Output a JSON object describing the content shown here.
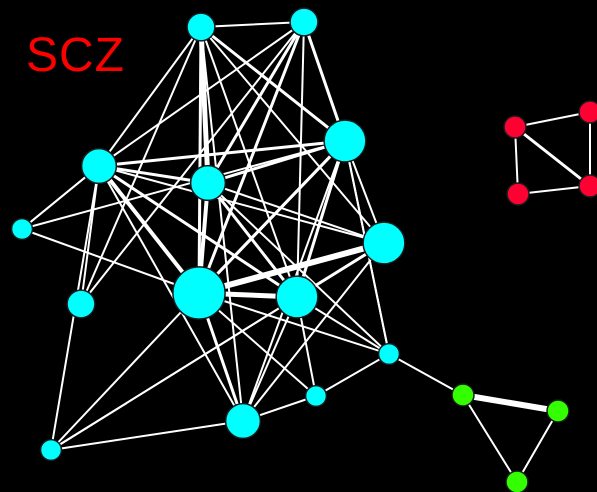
{
  "figure": {
    "label": "SCZ",
    "label_color": "#ff0000",
    "background": "#000000",
    "edge_color": "#ffffff",
    "node_stroke": "#1a1a1a"
  },
  "network": {
    "clusters": [
      {
        "id": "cyan",
        "color": "#00ffff"
      },
      {
        "id": "red",
        "color": "#ff0033"
      },
      {
        "id": "green",
        "color": "#33ff00"
      }
    ],
    "nodes": [
      {
        "id": "c1",
        "cluster": "cyan",
        "weight": 1
      },
      {
        "id": "c2",
        "cluster": "cyan",
        "weight": 1
      },
      {
        "id": "c3",
        "cluster": "cyan",
        "weight": 2
      },
      {
        "id": "c4",
        "cluster": "cyan",
        "weight": 2
      },
      {
        "id": "c5",
        "cluster": "cyan",
        "weight": 3
      },
      {
        "id": "c6",
        "cluster": "cyan",
        "weight": 0
      },
      {
        "id": "c7",
        "cluster": "cyan",
        "weight": 3
      },
      {
        "id": "c8",
        "cluster": "cyan",
        "weight": 1
      },
      {
        "id": "c9",
        "cluster": "cyan",
        "weight": 4
      },
      {
        "id": "c10",
        "cluster": "cyan",
        "weight": 3
      },
      {
        "id": "c11",
        "cluster": "cyan",
        "weight": 0
      },
      {
        "id": "c12",
        "cluster": "cyan",
        "weight": 0
      },
      {
        "id": "c13",
        "cluster": "cyan",
        "weight": 2
      },
      {
        "id": "c14",
        "cluster": "cyan",
        "weight": 0
      },
      {
        "id": "r1",
        "cluster": "red",
        "weight": 0
      },
      {
        "id": "r2",
        "cluster": "red",
        "weight": 0
      },
      {
        "id": "r3",
        "cluster": "red",
        "weight": 0
      },
      {
        "id": "r4",
        "cluster": "red",
        "weight": 0
      },
      {
        "id": "g1",
        "cluster": "green",
        "weight": 0
      },
      {
        "id": "g2",
        "cluster": "green",
        "weight": 0
      },
      {
        "id": "g3",
        "cluster": "green",
        "weight": 0
      }
    ],
    "edges": [
      [
        "c1",
        "c2",
        2
      ],
      [
        "c1",
        "c3",
        2
      ],
      [
        "c1",
        "c4",
        5
      ],
      [
        "c1",
        "c5",
        3
      ],
      [
        "c1",
        "c7",
        2
      ],
      [
        "c1",
        "c9",
        3
      ],
      [
        "c1",
        "c10",
        2
      ],
      [
        "c1",
        "c13",
        2
      ],
      [
        "c2",
        "c4",
        3
      ],
      [
        "c2",
        "c5",
        3
      ],
      [
        "c2",
        "c9",
        3
      ],
      [
        "c2",
        "c10",
        2
      ],
      [
        "c2",
        "c3",
        2
      ],
      [
        "c3",
        "c4",
        3
      ],
      [
        "c3",
        "c5",
        3
      ],
      [
        "c3",
        "c6",
        2
      ],
      [
        "c3",
        "c7",
        2
      ],
      [
        "c3",
        "c9",
        4
      ],
      [
        "c3",
        "c10",
        3
      ],
      [
        "c3",
        "c13",
        2
      ],
      [
        "c3",
        "c14",
        2
      ],
      [
        "c4",
        "c5",
        3
      ],
      [
        "c4",
        "c9",
        4
      ],
      [
        "c4",
        "c10",
        3
      ],
      [
        "c4",
        "c7",
        2
      ],
      [
        "c4",
        "c11",
        2
      ],
      [
        "c5",
        "c9",
        3
      ],
      [
        "c5",
        "c10",
        3
      ],
      [
        "c5",
        "c6",
        2
      ],
      [
        "c5",
        "c11",
        2
      ],
      [
        "c5",
        "c13",
        2
      ],
      [
        "c6",
        "c3",
        2
      ],
      [
        "c6",
        "c9",
        2
      ],
      [
        "c7",
        "c9",
        6
      ],
      [
        "c7",
        "c10",
        3
      ],
      [
        "c7",
        "c13",
        2
      ],
      [
        "c7",
        "c14",
        2
      ],
      [
        "c7",
        "c5",
        2
      ],
      [
        "c8",
        "c1",
        2
      ],
      [
        "c8",
        "c2",
        2
      ],
      [
        "c8",
        "c3",
        2
      ],
      [
        "c9",
        "c10",
        5
      ],
      [
        "c9",
        "c11",
        2
      ],
      [
        "c9",
        "c12",
        2
      ],
      [
        "c9",
        "c13",
        3
      ],
      [
        "c9",
        "c14",
        2
      ],
      [
        "c9",
        "c5",
        3
      ],
      [
        "c10",
        "c11",
        2
      ],
      [
        "c10",
        "c12",
        2
      ],
      [
        "c10",
        "c13",
        2
      ],
      [
        "c11",
        "c5",
        2
      ],
      [
        "c11",
        "c12",
        2
      ],
      [
        "c12",
        "c13",
        2
      ],
      [
        "c13",
        "c14",
        2
      ],
      [
        "c7",
        "c14",
        2
      ],
      [
        "r1",
        "r2",
        2
      ],
      [
        "r1",
        "r3",
        2
      ],
      [
        "r1",
        "r4",
        3
      ],
      [
        "r2",
        "r4",
        2
      ],
      [
        "r3",
        "r4",
        2
      ],
      [
        "c11",
        "g1",
        2
      ],
      [
        "g1",
        "g2",
        6
      ],
      [
        "g1",
        "g3",
        2
      ],
      [
        "g2",
        "g3",
        2
      ]
    ]
  }
}
